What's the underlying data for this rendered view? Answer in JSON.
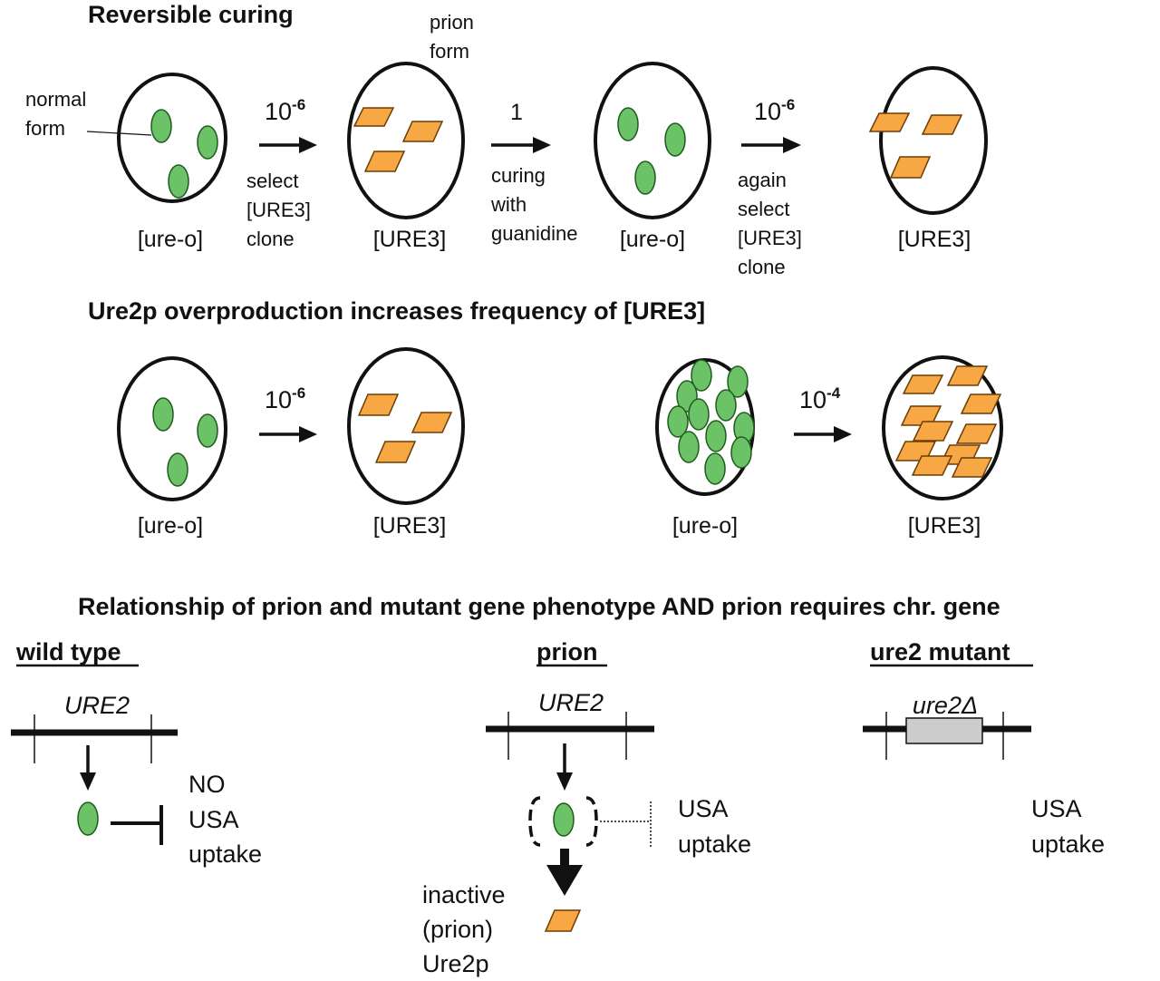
{
  "colors": {
    "normal_form": "#6cc266",
    "prion_form": "#f7a845",
    "outline": "#111111",
    "deletion_box": "#cccccc"
  },
  "section1": {
    "title": "Reversible curing",
    "label_prion_form": [
      "prion",
      "form"
    ],
    "label_normal_form": [
      "normal",
      "form"
    ],
    "cells": [
      "[ure-o]",
      "[URE3]",
      "[ure-o]",
      "[URE3]"
    ],
    "arrows": [
      {
        "base": "10",
        "exp": "-6",
        "lines": [
          "select",
          "[URE3]",
          "clone"
        ]
      },
      {
        "base": "1",
        "exp": "",
        "lines": [
          "curing",
          "with",
          "guanidine"
        ]
      },
      {
        "base": "10",
        "exp": "-6",
        "lines": [
          "again",
          "select",
          "[URE3]",
          "clone"
        ]
      }
    ]
  },
  "section2": {
    "title": "Ure2p overproduction increases frequency of [URE3]",
    "cells": [
      "[ure-o]",
      "[URE3]",
      "[ure-o]",
      "[URE3]"
    ],
    "arrows": [
      {
        "base": "10",
        "exp": "-6"
      },
      {
        "base": "10",
        "exp": "-4"
      }
    ]
  },
  "section3": {
    "title": "Relationship of prion and mutant gene phenotype  AND prion requires chr. gene",
    "wild_type": {
      "heading": "wild type",
      "gene": "URE2",
      "effect": [
        "NO",
        "USA",
        "uptake"
      ]
    },
    "prion": {
      "heading": "prion",
      "gene": "URE2",
      "effect": [
        "USA",
        "uptake"
      ],
      "product": [
        "inactive",
        "(prion)",
        "Ure2p"
      ]
    },
    "mutant": {
      "heading": "ure2 mutant",
      "gene": "ure2Δ",
      "effect": [
        "USA",
        "uptake"
      ]
    }
  }
}
